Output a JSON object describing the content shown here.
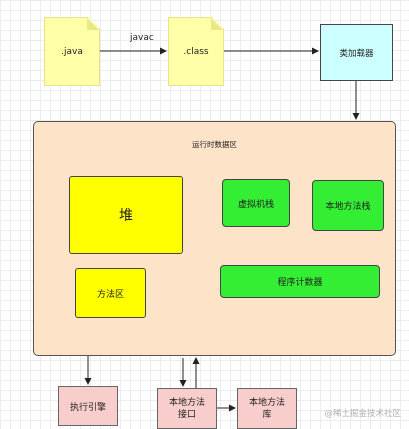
{
  "nodes": {
    "java": ".java",
    "class": ".class",
    "javac_label": "javac",
    "class_loader": "类加载器",
    "runtime_data_area": "运行时数据区",
    "heap": "堆",
    "method_area": "方法区",
    "vm_stack": "虚拟机栈",
    "native_method_stack": "本地方法栈",
    "program_counter": "程序计数器",
    "execution_engine": "执行引擎",
    "native_interface": "本地方法\n接口",
    "native_library": "本地方法\n库"
  },
  "watermark": "@稀土掘金技术社区",
  "colors": {
    "note": "#ffffa8",
    "loader": "#ccffff",
    "runtime_area": "#fde3c8",
    "memory_yellow": "#ffff00",
    "memory_green": "#33ee33",
    "native_pink": "#f8cecc"
  }
}
